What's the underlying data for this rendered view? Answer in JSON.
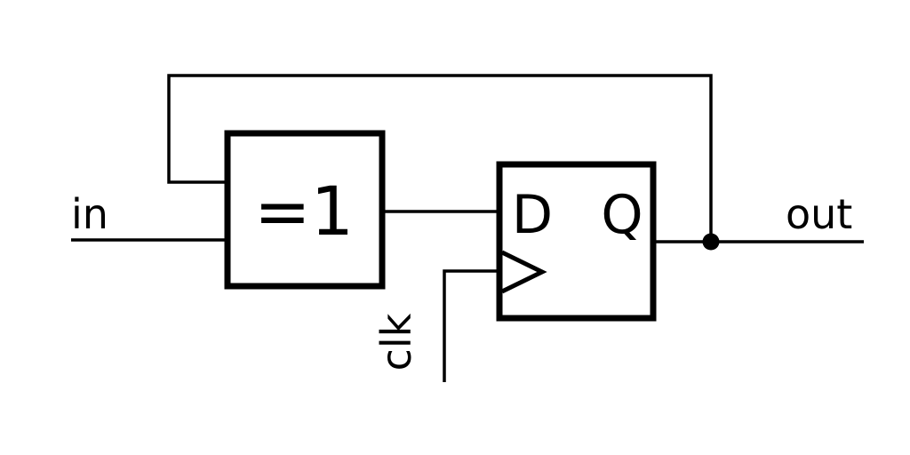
{
  "diagram": {
    "title": "xor-feedback-d-flipflop-circuit",
    "labels": {
      "input": "in",
      "output": "out",
      "clock": "clk",
      "xor_gate": "=1",
      "dff_data_pin": "D",
      "dff_output_pin": "Q"
    },
    "colors": {
      "stroke": "#000000",
      "background": "#ffffff"
    }
  }
}
